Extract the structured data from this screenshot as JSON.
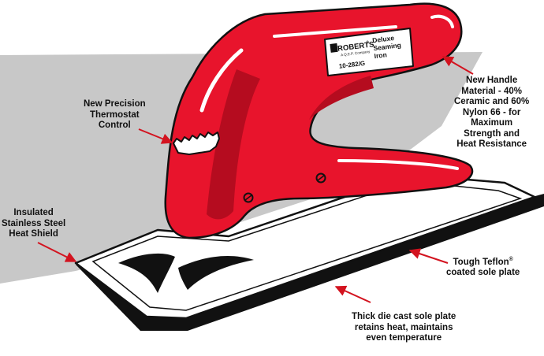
{
  "product_label": {
    "brand": "ROBERTS",
    "trademark": "®",
    "company": "A Q.E.P. Company",
    "model": "10-282/G",
    "name_lines": [
      "Deluxe",
      "Seaming",
      "Iron"
    ]
  },
  "callouts": {
    "thermostat": {
      "lines": [
        "New Precision",
        "Thermostat",
        "Control"
      ]
    },
    "handle": {
      "lines": [
        "New Handle",
        "Material - 40%",
        "Ceramic and 60%",
        "Nylon 66 - for",
        "Maximum",
        "Strength and",
        "Heat Resistance"
      ]
    },
    "heat_shield": {
      "lines": [
        "Insulated",
        "Stainless Steel",
        "Heat Shield"
      ]
    },
    "teflon": {
      "line1_main": "Tough Teflon",
      "line1_sup": "®",
      "line2": "coated sole plate"
    },
    "sole_plate": {
      "lines": [
        "Thick die cast sole plate",
        "retains heat, maintains",
        "even temperature"
      ]
    }
  },
  "colors": {
    "handle_red": "#e8142c",
    "handle_shadow": "#b50c1f",
    "backdrop_gray": "#c8c8c8",
    "arrow_red": "#d3131f",
    "outline": "#111111"
  }
}
